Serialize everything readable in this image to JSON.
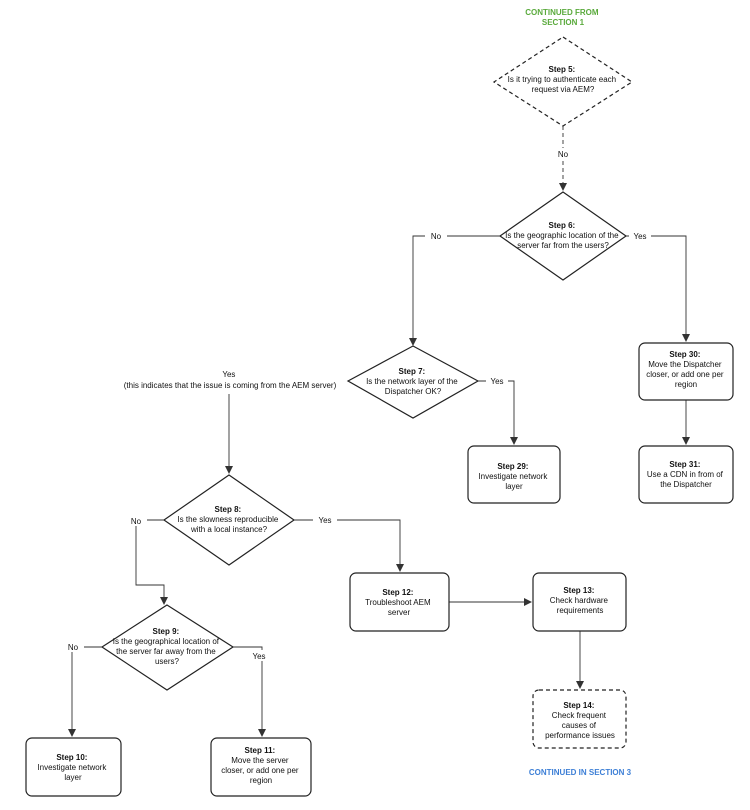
{
  "header": {
    "continued_from": [
      "CONTINUED FROM",
      "SECTION 1"
    ]
  },
  "footer": {
    "continued_in": "CONTINUED IN SECTION 3"
  },
  "nodes": {
    "step5": {
      "title": "Step 5:",
      "lines": [
        "Is it trying to authenticate each",
        "request via AEM?"
      ]
    },
    "step6": {
      "title": "Step 6:",
      "lines": [
        "Is the geographic location of the",
        "server far from the users?"
      ]
    },
    "step7": {
      "title": "Step 7:",
      "lines": [
        "Is the network layer of the",
        "Dispatcher OK?"
      ]
    },
    "step8": {
      "title": "Step 8:",
      "lines": [
        "Is the slowness reproducible",
        "with a local instance?"
      ]
    },
    "step9": {
      "title": "Step 9:",
      "lines": [
        "Is the geographical location of",
        "the server far away from the",
        "users?"
      ]
    },
    "step10": {
      "title": "Step 10:",
      "lines": [
        "Investigate network",
        "layer"
      ]
    },
    "step11": {
      "title": "Step 11:",
      "lines": [
        "Move the server",
        "closer, or add one per",
        "region"
      ]
    },
    "step12": {
      "title": "Step 12:",
      "lines": [
        "Troubleshoot AEM",
        "server"
      ]
    },
    "step13": {
      "title": "Step 13:",
      "lines": [
        "Check hardware",
        "requirements"
      ]
    },
    "step14": {
      "title": "Step 14:",
      "lines": [
        "Check frequent",
        "causes of",
        "performance issues"
      ]
    },
    "step29": {
      "title": "Step 29:",
      "lines": [
        "Investigate network",
        "layer"
      ]
    },
    "step30": {
      "title": "Step 30:",
      "lines": [
        "Move the Dispatcher",
        "closer, or add one per",
        "region"
      ]
    },
    "step31": {
      "title": "Step 31:",
      "lines": [
        "Use a CDN in from of",
        "the Dispatcher"
      ]
    }
  },
  "edge_labels": {
    "no_5_6": "No",
    "no_6_7": "No",
    "yes_6_30": "Yes",
    "yes_7_8": [
      "Yes",
      "(this indicates that the issue is coming from the AEM server)"
    ],
    "yes_7_29": "Yes",
    "no_8_9": "No",
    "yes_8_12": "Yes",
    "no_9_10": "No",
    "yes_9_11": "Yes"
  }
}
